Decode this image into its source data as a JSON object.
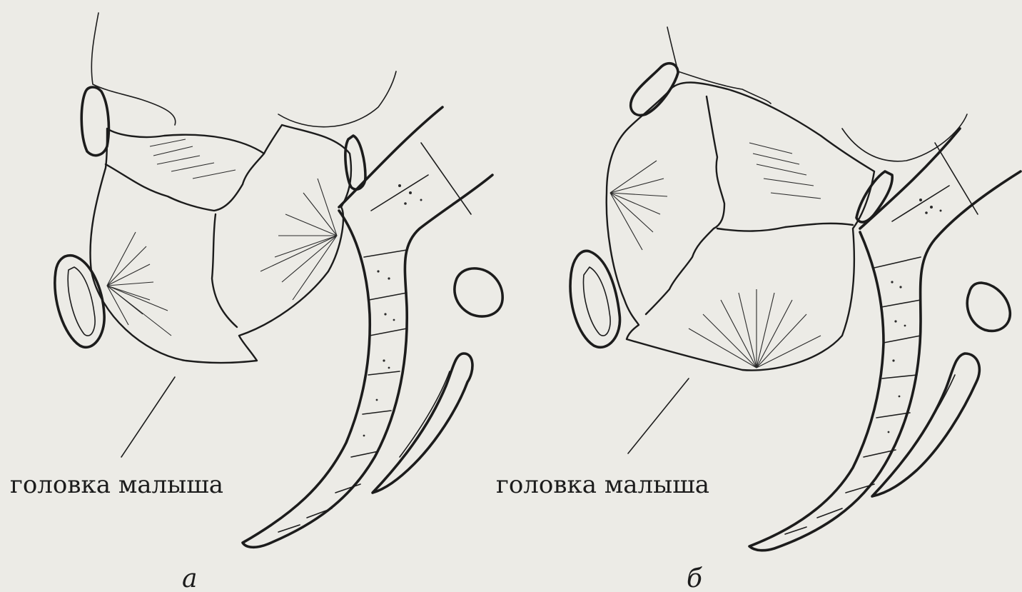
{
  "panels": [
    {
      "id": "a",
      "letter": "а",
      "label": "головка малыша"
    },
    {
      "id": "b",
      "letter": "б",
      "label": "головка малыша"
    }
  ]
}
